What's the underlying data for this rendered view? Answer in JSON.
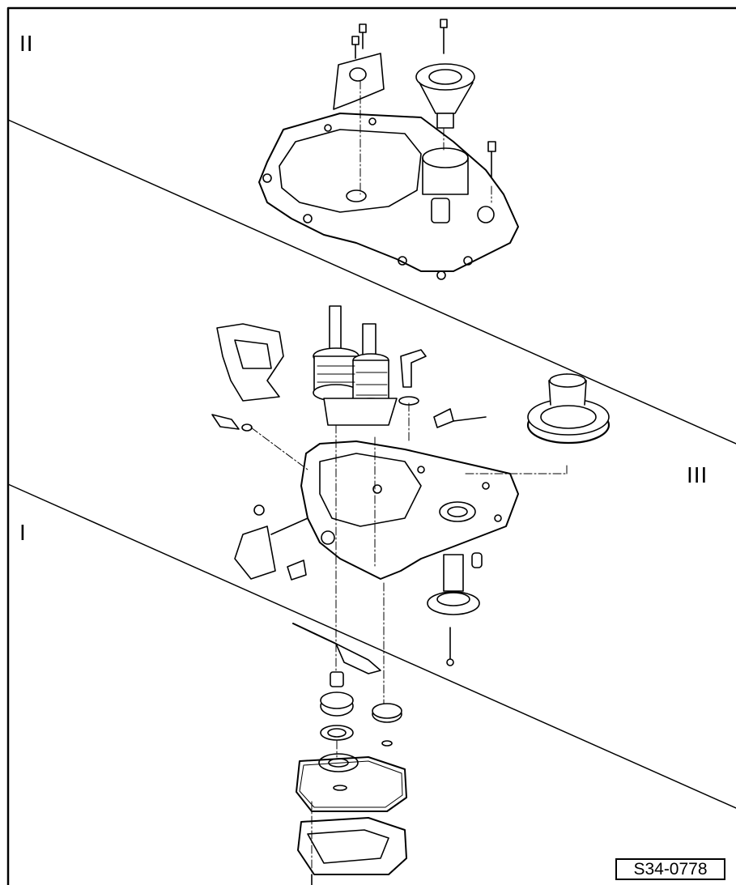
{
  "section_labels": {
    "ii": "II",
    "iii": "III",
    "i": "I"
  },
  "figure_code": "S34-0778"
}
